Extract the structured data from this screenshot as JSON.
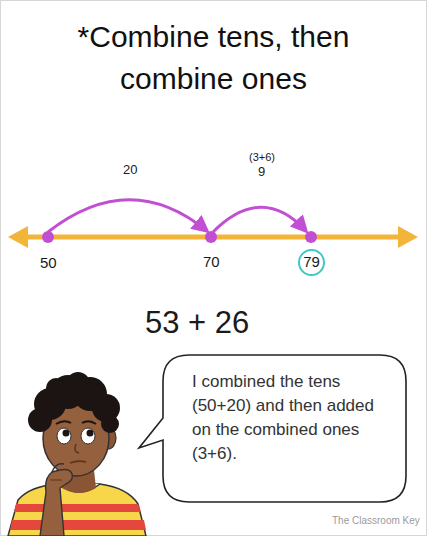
{
  "diagram": {
    "title": "*Combine tens, then combine ones",
    "nodes": [
      {
        "text": [
          "79"
        ]
      },
      {
        "text": [
          "I combined the tens (50+20) and then added on the combined ones (3+6)."
        ]
      }
    ],
    "labels": [
      "20",
      "(3+6)",
      "9",
      "50",
      "70",
      "53 + 26",
      "The Classroom Key"
    ]
  }
}
